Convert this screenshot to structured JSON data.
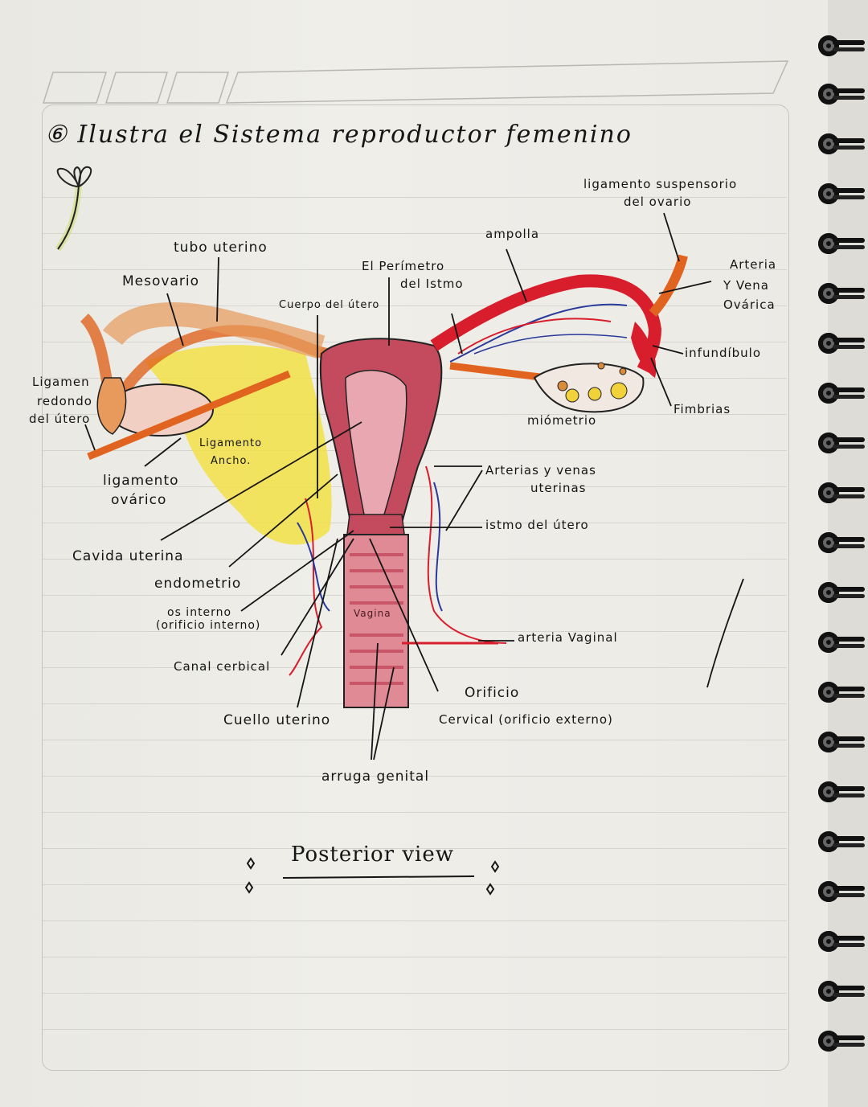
{
  "page": {
    "title": "⑥ Ilustra el Sistema reproductor femenino",
    "subtitle": "Posterior view",
    "header_boxes": 4
  },
  "colors": {
    "paper": "#efeee9",
    "ink": "#151515",
    "uterus": "#c44a5e",
    "uterus_light": "#e9a7b1",
    "artery": "#d81e2c",
    "vein": "#2a3a9a",
    "ligament_orange": "#e0641f",
    "broad_ligament_yellow": "#f2e046",
    "ovary_pink": "#f1cfc2",
    "flower_green": "#dce89a"
  },
  "labels": {
    "ligamento_suspensorio": [
      "ligamento suspensorio",
      "del ovario"
    ],
    "arteria_vena_ovarica": [
      "Arteria",
      "Y Vena",
      "Ovárica"
    ],
    "ampolla": "ampolla",
    "tubo_uterino": "tubo uterino",
    "mesovario": "Mesovario",
    "perimetro_istmo": [
      "El Perímetro",
      "del Istmo"
    ],
    "cuerpo_utero": "Cuerpo del útero",
    "infundibulo": "infundíbulo",
    "fimbrias": "Fimbrias",
    "miometrio": "miómetrio",
    "ligamento_redondo": [
      "Ligamen",
      "redondo",
      "del útero"
    ],
    "ligamento_ancho": [
      "Ligamento",
      "Ancho."
    ],
    "ligamento_ovarico": [
      "ligamento",
      "ovárico"
    ],
    "arterias_venas_uterinas": [
      "Arterias y venas",
      "uterinas"
    ],
    "istmo_utero": "istmo del útero",
    "cavidad_uterina": "Cavida uterina",
    "endometrio": "endometrio",
    "os_interno": [
      "os interno",
      "(orificio interno)"
    ],
    "canal_cervical": "Canal cerbical",
    "vagina": "Vagina",
    "arteria_vaginal": "arteria Vaginal",
    "orificio_cervical": [
      "Orificio",
      "Cervical (orificio externo)"
    ],
    "cuello_uterino": "Cuello uterino",
    "arruga_genital": "arruga genital"
  }
}
